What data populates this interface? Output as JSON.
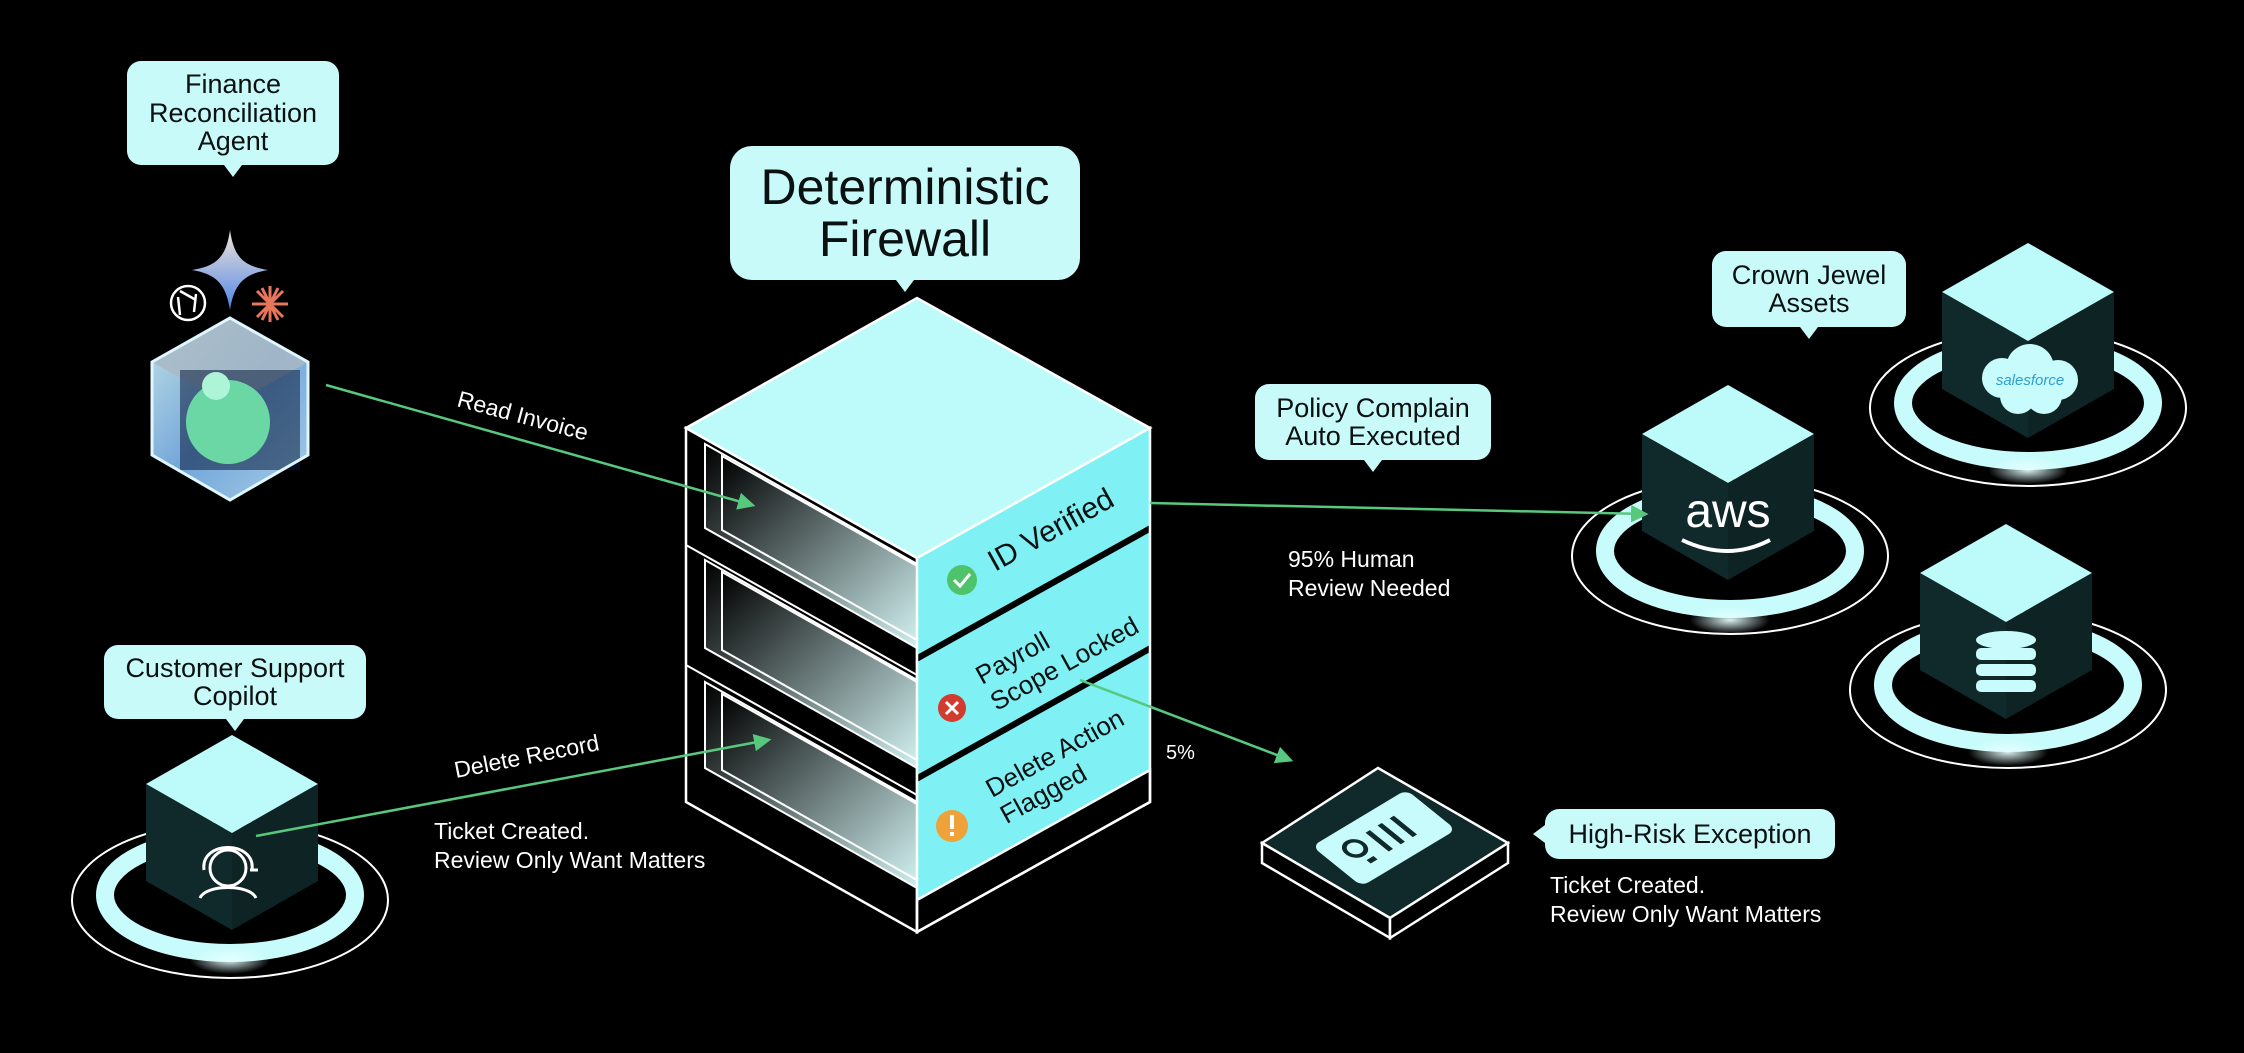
{
  "title": {
    "line1": "Deterministic",
    "line2": "Firewall"
  },
  "agents": {
    "finance": {
      "line1": "Finance",
      "line2": "Reconciliation",
      "line3": "Agent"
    },
    "support": {
      "line1": "Customer Support",
      "line2": "Copilot"
    }
  },
  "edges": {
    "read_invoice": "Read Invoice",
    "delete_record": "Delete Record",
    "percent_5": "5%"
  },
  "firewall_layers": [
    {
      "line1": "ID Verified",
      "line2": "",
      "status": "verified",
      "icon": "check-icon",
      "color": "#4fc36b"
    },
    {
      "line1": "Payroll",
      "line2": "Scope Locked",
      "status": "blocked",
      "icon": "x-icon",
      "color": "#d23b2f"
    },
    {
      "line1": "Delete Action",
      "line2": "Flagged",
      "status": "flagged",
      "icon": "exclamation-icon",
      "color": "#f0a23a"
    }
  ],
  "notes": {
    "support_ticket_line1": "Ticket Created.",
    "support_ticket_line2": "Review Only Want Matters",
    "human_review_line1": "95% Human",
    "human_review_line2": "Review Needed",
    "exception_ticket_line1": "Ticket Created.",
    "exception_ticket_line2": "Review Only Want Matters"
  },
  "policy": {
    "line1": "Policy Complain",
    "line2": "Auto Executed"
  },
  "assets": {
    "line1": "Crown Jewel",
    "line2": "Assets",
    "aws": "aws",
    "salesforce": "salesforce"
  },
  "exception": {
    "label": "High-Risk Exception"
  },
  "colors": {
    "accent": "#c9fafa",
    "arrow": "#57c87d",
    "cube_dark": "#10292a",
    "cube_top": "#bdfbfb",
    "background": "#000000"
  }
}
